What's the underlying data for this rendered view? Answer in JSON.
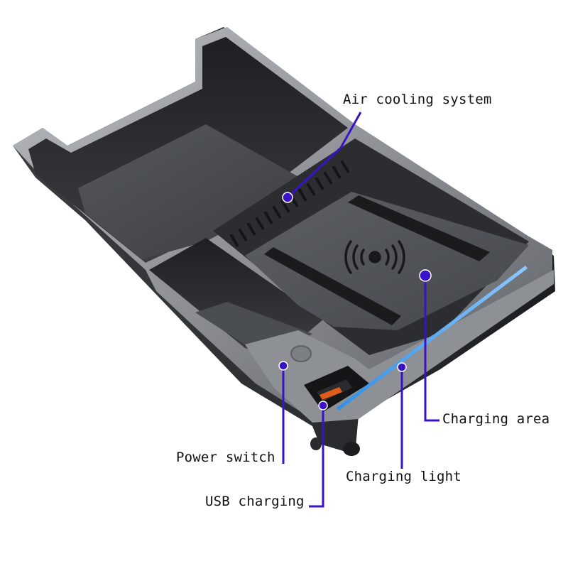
{
  "callouts": {
    "air_cooling": "Air cooling system",
    "charging_area": "Charging area",
    "power_switch": "Power switch",
    "charging_light": "Charging light",
    "usb_charging": "USB charging"
  },
  "colors": {
    "callout_line": "#3a12c8",
    "charging_light": "#4aa6f0",
    "tray_body": "#2e3034",
    "tray_rim": "#8e9196"
  },
  "icons": {
    "wireless": "wireless-charging-icon",
    "usb": "usb-port-icon",
    "switch": "power-button-icon"
  }
}
